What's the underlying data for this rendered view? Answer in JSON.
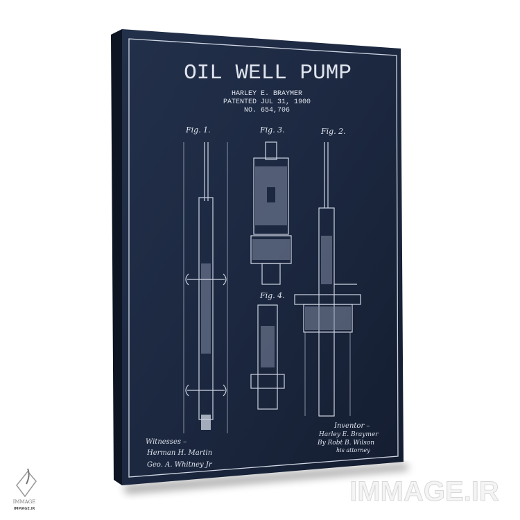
{
  "poster": {
    "title": "OIL WELL PUMP",
    "inventor_line": "HARLEY E. BRAYMER",
    "patent_date": "PATENTED JUL 31, 1900",
    "patent_number": "NO. 654,706",
    "figures": [
      "Fig. 1.",
      "Fig. 3.",
      "Fig. 2.",
      "Fig. 4."
    ],
    "witnesses_label": "Witnesses –",
    "witness_1": "Herman H. Martin",
    "witness_2": "Geo. A. Whitney Jr",
    "inventor_label": "Inventor –",
    "inventor_signature": "Harley E. Braymer",
    "attorney_line": "By Robt B. Wilson",
    "attorney_label": "his attorney"
  },
  "watermark": {
    "text": "IMMAGE.IR",
    "logo_name": "IMMAGE",
    "logo_sub": "IMMAGE.IR"
  },
  "colors": {
    "canvas": "#1c2940",
    "line": "#dfe4ee"
  }
}
